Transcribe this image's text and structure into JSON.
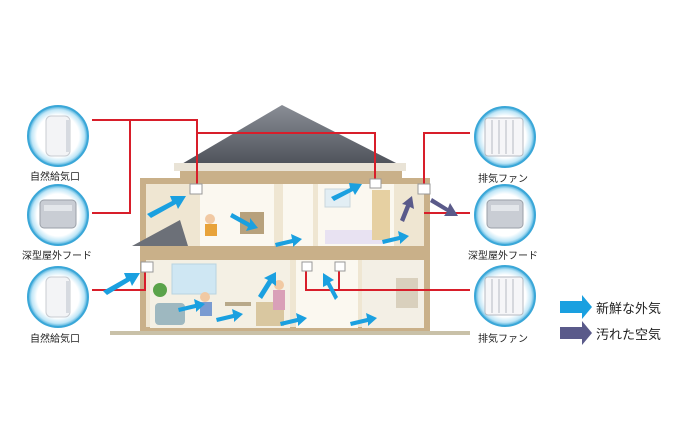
{
  "left_units": [
    {
      "label": "自然給気口",
      "icon": "natural-intake-vent-icon"
    },
    {
      "label": "深型屋外フード",
      "icon": "deep-outdoor-hood-icon"
    },
    {
      "label": "自然給気口",
      "icon": "natural-intake-vent-icon"
    }
  ],
  "right_units": [
    {
      "label": "排気ファン",
      "icon": "exhaust-fan-icon"
    },
    {
      "label": "深型屋外フード",
      "icon": "deep-outdoor-hood-icon"
    },
    {
      "label": "排気ファン",
      "icon": "exhaust-fan-icon"
    }
  ],
  "legend": {
    "fresh_air": {
      "label": "新鮮な外気",
      "color": "#1aa0e0"
    },
    "stale_air": {
      "label": "汚れた空気",
      "color": "#5a5a8a"
    }
  },
  "colors": {
    "connector_line": "#d81e2a",
    "roof": "#666a72",
    "wall": "#c9b089",
    "interior": "#f7f4ec"
  }
}
